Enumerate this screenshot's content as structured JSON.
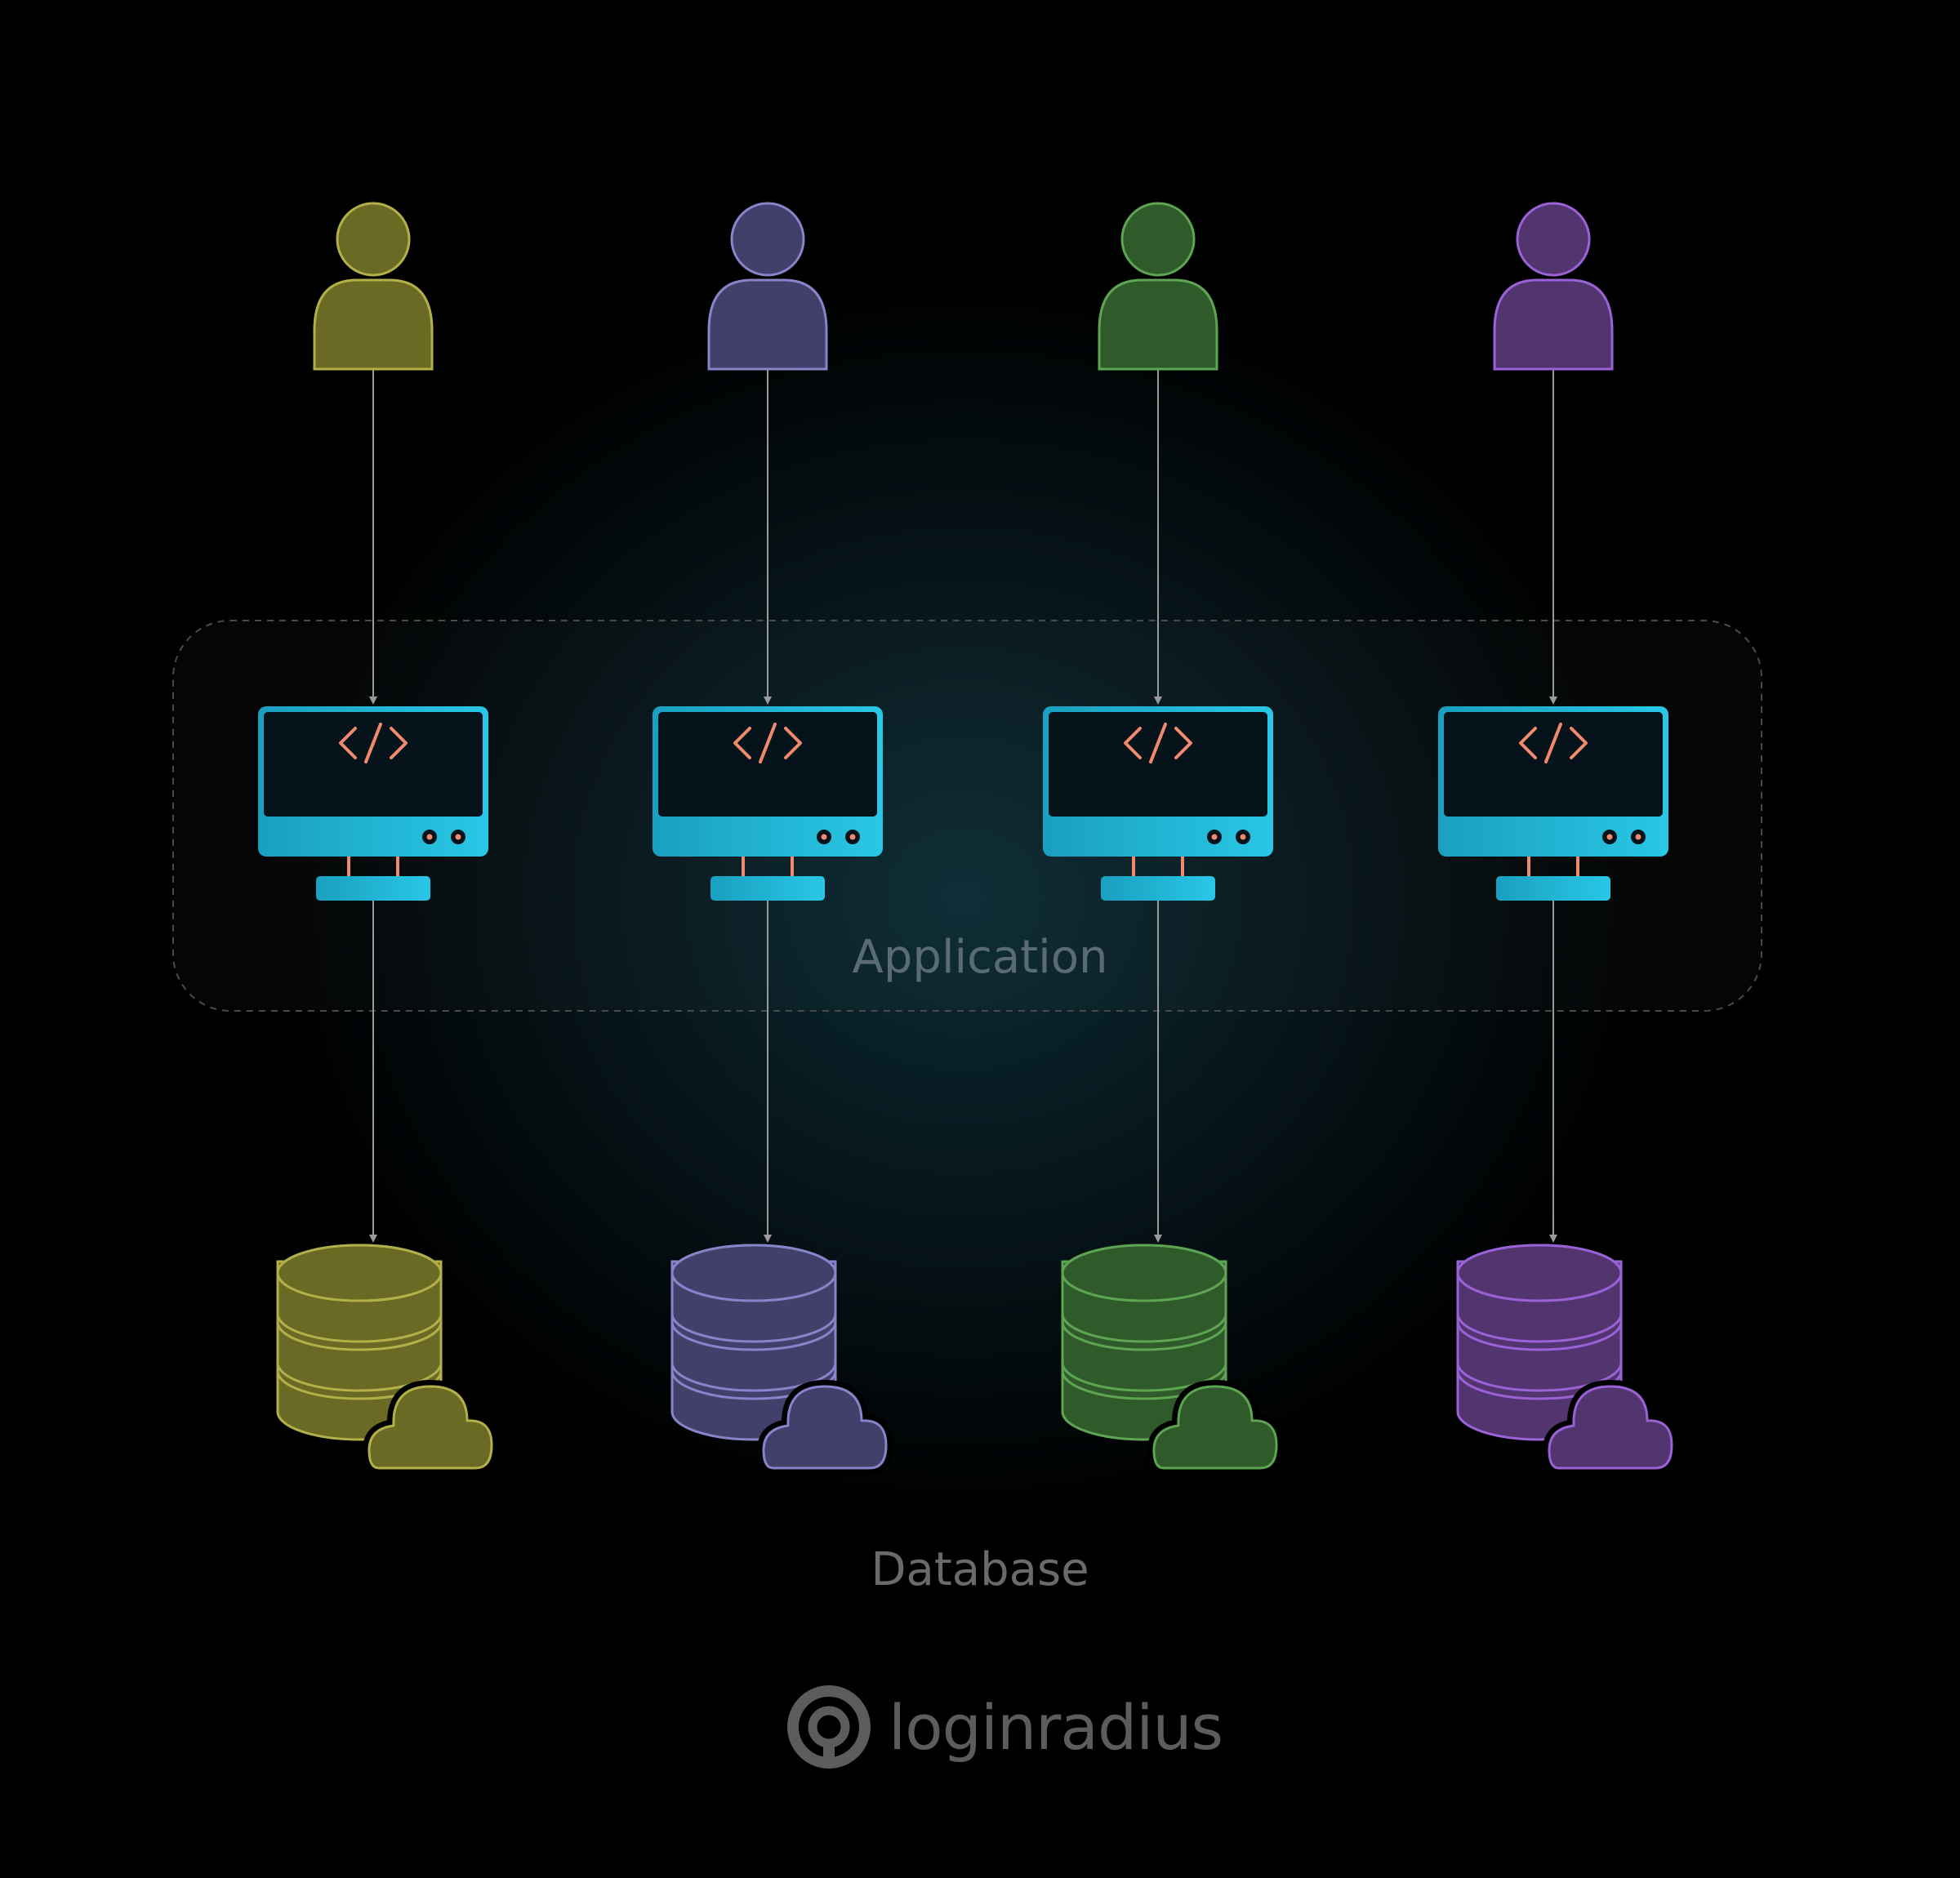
{
  "labels": {
    "application": "Application",
    "database": "Database"
  },
  "logo": {
    "text": "loginradius",
    "icon": "loginradius-logo-icon"
  },
  "colors": {
    "monitor": "#1fb6d6",
    "code": "#f08a6e",
    "arrow": "#9a9a9a",
    "group_border": "#4a4a4a"
  },
  "columns": [
    {
      "user_fill": "#6b6a25",
      "user_stroke": "#b3b04a",
      "db_fill": "#6b6a25",
      "db_stroke": "#b3b04a"
    },
    {
      "user_fill": "#433f6b",
      "user_stroke": "#8884c9",
      "db_fill": "#433f6b",
      "db_stroke": "#8884c9"
    },
    {
      "user_fill": "#2f5a2a",
      "user_stroke": "#5da552",
      "db_fill": "#2f5a2a",
      "db_stroke": "#5da552"
    },
    {
      "user_fill": "#52346f",
      "user_stroke": "#9a62d6",
      "db_fill": "#52346f",
      "db_stroke": "#9a62d6"
    }
  ]
}
